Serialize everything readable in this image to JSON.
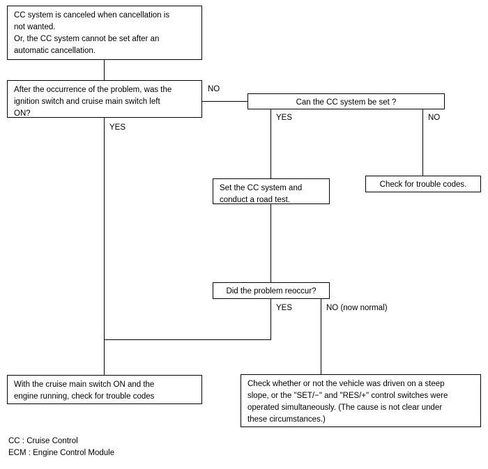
{
  "diagram": {
    "title": "CC system cancellation / cannot be set troubleshooting flowchart",
    "nodes": {
      "symptom": {
        "text": "CC system is canceled when cancellation is\nnot wanted.\nOr, the CC system cannot be set after an\nautomatic cancellation."
      },
      "question_ignition": {
        "text": "After the occurrence of the problem, was the\nignition switch and cruise main switch left\nON?"
      },
      "question_can_set": {
        "text": "Can the CC system be set ?"
      },
      "action_set_and_road_test": {
        "text": "Set the CC system and\nconduct a road test."
      },
      "action_check_trouble_codes": {
        "text": "Check for trouble codes."
      },
      "question_reoccur": {
        "text": "Did the problem reoccur?"
      },
      "action_cruise_switch_on": {
        "text": "With the cruise main switch ON and the\nengine running, check for trouble codes"
      },
      "action_check_steep_slope": {
        "text": "Check whether or not the vehicle was driven on a steep\nslope, or the \"SET/−\" and \"RES/+\" control switches were\noperated simultaneously. (The cause is not clear under\nthese circumstances.)"
      }
    },
    "edge_labels": {
      "ignition_no": "NO",
      "ignition_yes": "YES",
      "can_set_yes": "YES",
      "can_set_no": "NO",
      "reoccur_yes": "YES",
      "reoccur_no": "NO (now normal)"
    },
    "legend": {
      "text": "CC : Cruise Control\nECM : Engine Control Module"
    },
    "colors": {
      "stroke": "#000000",
      "background": "#ffffff",
      "text": "#000000"
    }
  }
}
